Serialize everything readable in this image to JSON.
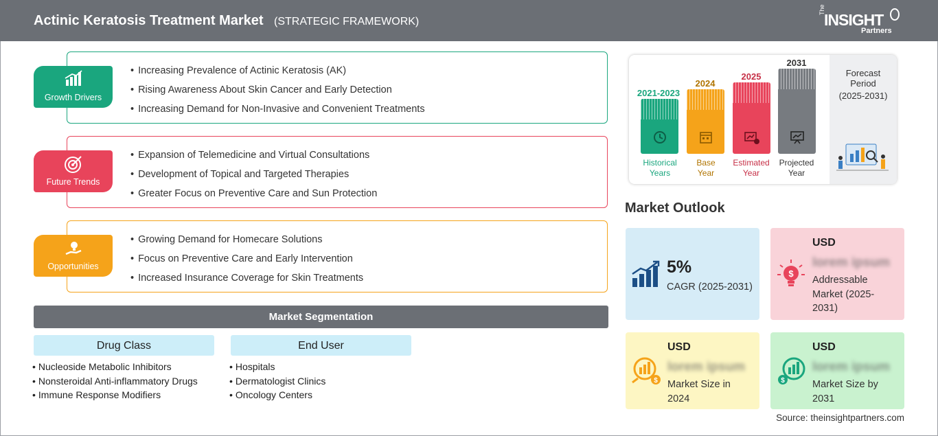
{
  "header": {
    "title": "Actinic Keratosis Treatment Market",
    "subtitle": "(STRATEGIC FRAMEWORK)",
    "logo": {
      "the": "The",
      "insight": "INSIGHT",
      "partners": "Partners"
    }
  },
  "sections": {
    "drivers": {
      "label": "Growth Drivers",
      "color": "#1aa67e",
      "items": [
        "Increasing Prevalence of Actinic Keratosis (AK)",
        "Rising Awareness About Skin Cancer and Early Detection",
        "Increasing Demand for Non-Invasive and Convenient Treatments"
      ]
    },
    "trends": {
      "label": "Future Trends",
      "color": "#e8445b",
      "items": [
        "Expansion of Telemedicine and Virtual Consultations",
        "Development of Topical and Targeted Therapies",
        "Greater Focus on Preventive Care and Sun Protection"
      ]
    },
    "opportunities": {
      "label": "Opportunities",
      "color": "#f5a31a",
      "items": [
        "Growing Demand for Homecare Solutions",
        "Focus on Preventive Care and Early Intervention",
        "Increased Insurance Coverage for Skin Treatments"
      ]
    }
  },
  "segmentation": {
    "title": "Market Segmentation",
    "drug_class": {
      "title": "Drug Class",
      "items": [
        "Nucleoside Metabolic Inhibitors",
        "Nonsteroidal Anti-inflammatory Drugs",
        "Immune Response Modifiers"
      ]
    },
    "end_user": {
      "title": "End User",
      "items": [
        "Hospitals",
        "Dermatologist Clinics",
        "Oncology Centers"
      ]
    }
  },
  "timeline": {
    "historical": {
      "year": "2021-2023",
      "line1": "Historical",
      "line2": "Years",
      "color": "#1aa67e"
    },
    "base": {
      "year": "2024",
      "line1": "Base",
      "line2": "Year",
      "color": "#f5a31a"
    },
    "estimated": {
      "year": "2025",
      "line1": "Estimated",
      "line2": "Year",
      "color": "#e8445b"
    },
    "projected": {
      "year": "2031",
      "line1": "Projected",
      "line2": "Year",
      "color": "#777b80"
    },
    "forecast": {
      "line1": "Forecast",
      "line2": "Period",
      "line3": "(2025-2031)"
    }
  },
  "outlook": {
    "title": "Market Outlook",
    "cagr": {
      "value": "5%",
      "label": "CAGR (2025-2031)",
      "bg": "#d6ecf7"
    },
    "addressable": {
      "usd": "USD",
      "value": "lorem ipsum",
      "label": "Addressable Market (2025-2031)",
      "bg": "#f9d3d9"
    },
    "size2024": {
      "usd": "USD",
      "value": "lorem ipsum",
      "label": "Market Size in 2024",
      "bg": "#fdf6c3"
    },
    "size2031": {
      "usd": "USD",
      "value": "lorem ipsum",
      "label": "Market Size by 2031",
      "bg": "#c9f2cf"
    }
  },
  "source": "Source: theinsightpartners.com"
}
